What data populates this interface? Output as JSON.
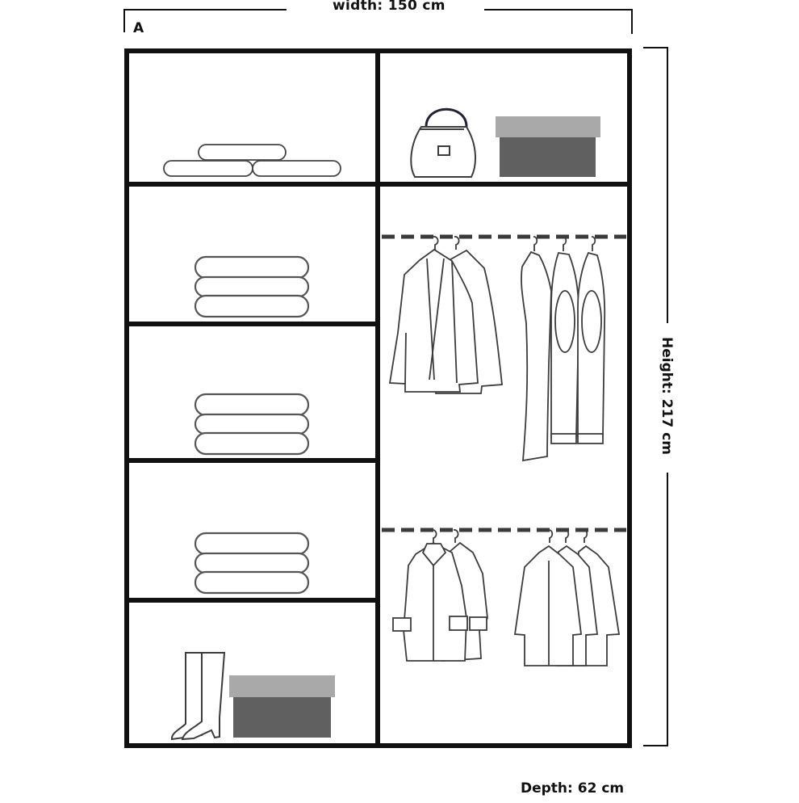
{
  "dimensions": {
    "width_label": "width: 150 cm",
    "height_label": "Height: 217 cm",
    "depth_label": "Depth: 62 cm",
    "section_label": "A"
  },
  "colors": {
    "frame": "#111111",
    "line_art": "#3c3c3c",
    "box_lid": "#a9a9a9",
    "box_body": "#606060",
    "rail": "#3a3a3a"
  },
  "items": {
    "top_left": "folded-blankets-icon",
    "top_right": [
      "handbag-icon",
      "storage-box-icon"
    ],
    "left_shelves": [
      "folded-towels-icon",
      "folded-towels-icon",
      "folded-towels-icon"
    ],
    "bottom_left": [
      "boots-icon",
      "storage-box-icon"
    ],
    "upper_rail": [
      "long-coats-icon",
      "vests-icon"
    ],
    "lower_rail": [
      "winter-coats-icon",
      "shirts-icon"
    ]
  }
}
